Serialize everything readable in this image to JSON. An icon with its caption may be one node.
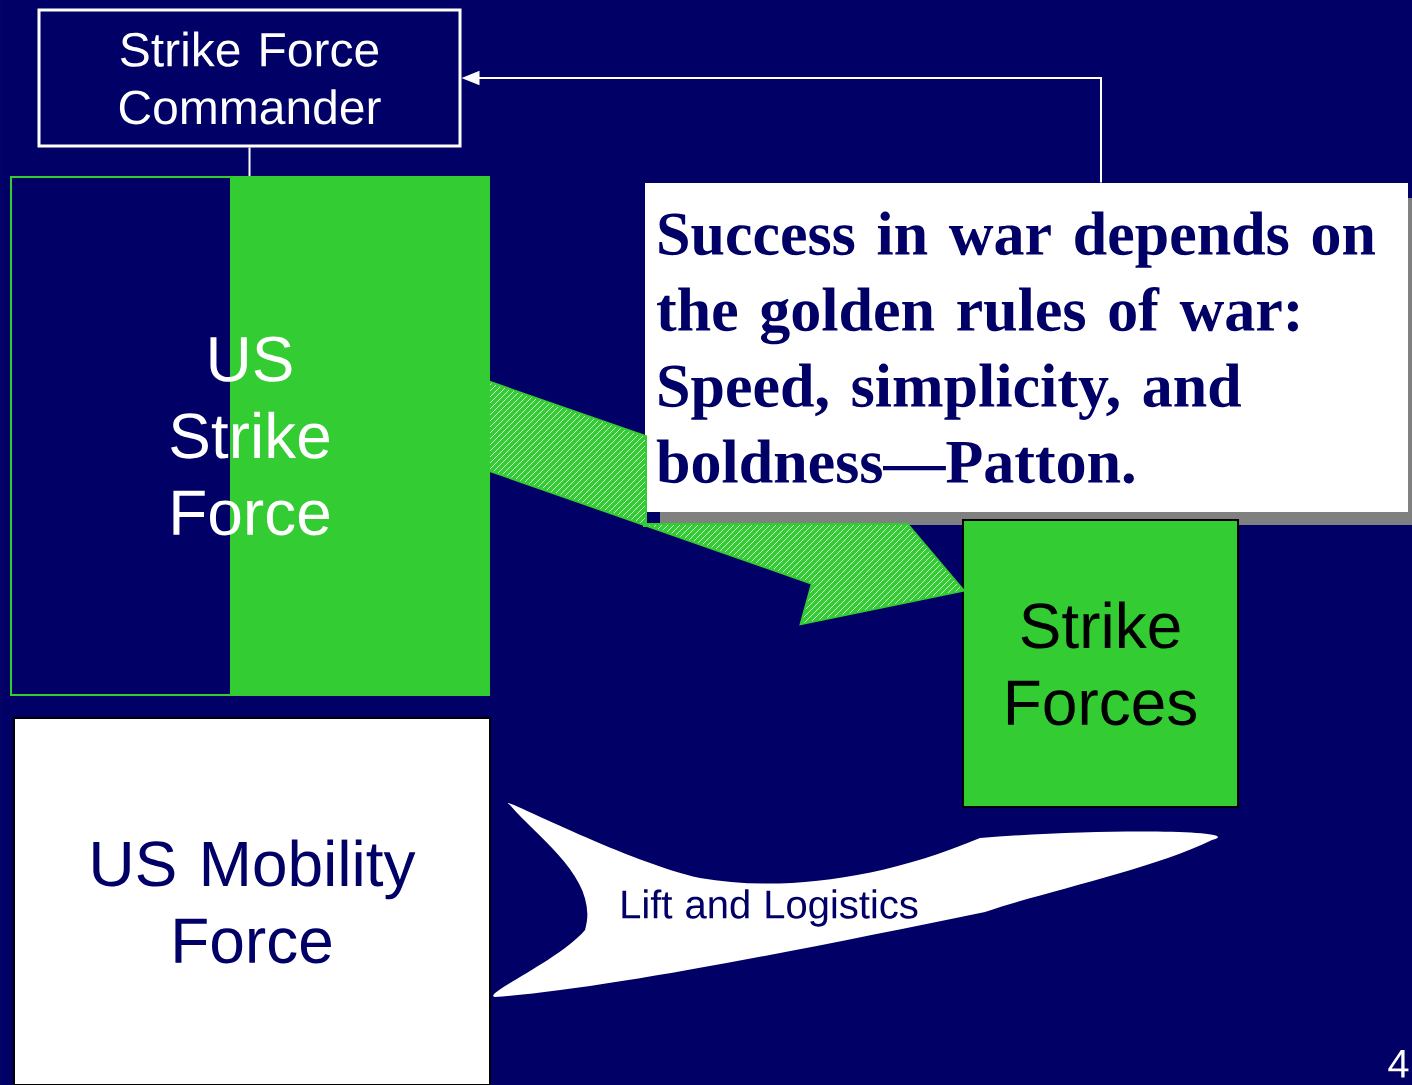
{
  "diagram": {
    "nodes": [
      {
        "text": [
          "Strike Force Commander"
        ]
      },
      {
        "text": [
          "US Strike Force"
        ]
      },
      {
        "text": [
          "Success in war depends on the golden rules of war: Speed, simplicity, and boldness—Patton."
        ]
      },
      {
        "text": [
          "Strike Forces"
        ]
      },
      {
        "text": [
          "US Mobility Force"
        ]
      },
      {
        "text": [
          "Lift and Logistics"
        ]
      }
    ],
    "edges": [
      {
        "from": 1,
        "to": 0,
        "arrow": "none"
      },
      {
        "from": 2,
        "to": 0,
        "arrow": "to"
      },
      {
        "from": 1,
        "to": 3,
        "arrow": "to",
        "style": "thick",
        "color": "#33cc33"
      }
    ],
    "labels": [
      "4"
    ]
  }
}
